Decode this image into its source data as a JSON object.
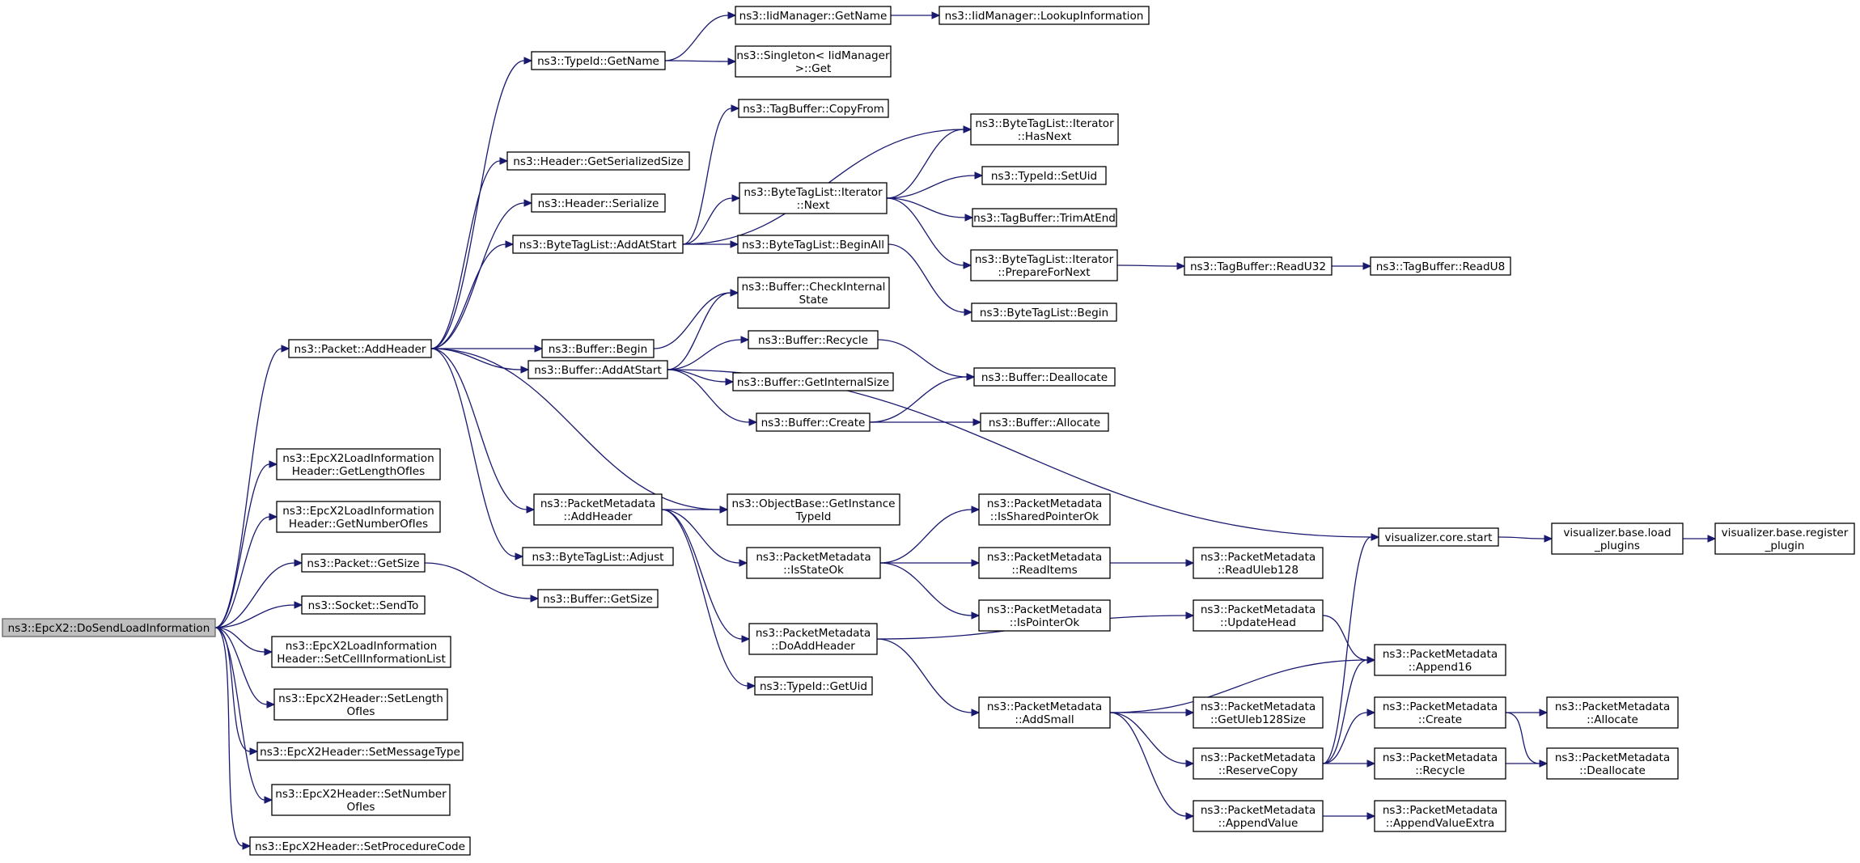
{
  "nodes": [
    {
      "id": "n0",
      "lines": [
        "ns3::EpcX2::DoSendLoadInformation"
      ],
      "root": true
    },
    {
      "id": "n1",
      "lines": [
        "ns3::Packet::AddHeader"
      ]
    },
    {
      "id": "n2",
      "lines": [
        "ns3::EpcX2LoadInformation",
        "Header::GetLengthOfIes"
      ]
    },
    {
      "id": "n3",
      "lines": [
        "ns3::EpcX2LoadInformation",
        "Header::GetNumberOfIes"
      ]
    },
    {
      "id": "n4",
      "lines": [
        "ns3::Packet::GetSize"
      ]
    },
    {
      "id": "n5",
      "lines": [
        "ns3::Socket::SendTo"
      ]
    },
    {
      "id": "n6",
      "lines": [
        "ns3::EpcX2LoadInformation",
        "Header::SetCellInformationList"
      ]
    },
    {
      "id": "n7",
      "lines": [
        "ns3::EpcX2Header::SetLength",
        "OfIes"
      ]
    },
    {
      "id": "n8",
      "lines": [
        "ns3::EpcX2Header::SetMessageType"
      ]
    },
    {
      "id": "n9",
      "lines": [
        "ns3::EpcX2Header::SetNumber",
        "OfIes"
      ]
    },
    {
      "id": "n10",
      "lines": [
        "ns3::EpcX2Header::SetProcedureCode"
      ]
    },
    {
      "id": "n11",
      "lines": [
        "ns3::TypeId::GetName"
      ]
    },
    {
      "id": "n12",
      "lines": [
        "ns3::Header::GetSerializedSize"
      ]
    },
    {
      "id": "n13",
      "lines": [
        "ns3::Header::Serialize"
      ]
    },
    {
      "id": "n14",
      "lines": [
        "ns3::ByteTagList::AddAtStart"
      ]
    },
    {
      "id": "n15",
      "lines": [
        "ns3::Buffer::Begin"
      ]
    },
    {
      "id": "n16",
      "lines": [
        "ns3::Buffer::AddAtStart"
      ]
    },
    {
      "id": "n17",
      "lines": [
        "ns3::PacketMetadata",
        "::AddHeader"
      ]
    },
    {
      "id": "n18",
      "lines": [
        "ns3::ByteTagList::Adjust"
      ]
    },
    {
      "id": "n19",
      "lines": [
        "ns3::Buffer::GetSize"
      ]
    },
    {
      "id": "n20",
      "lines": [
        "ns3::IidManager::GetName"
      ]
    },
    {
      "id": "n21",
      "lines": [
        "ns3::Singleton< IidManager",
        ">::Get"
      ]
    },
    {
      "id": "n22",
      "lines": [
        "ns3::TagBuffer::CopyFrom"
      ]
    },
    {
      "id": "n23",
      "lines": [
        "ns3::ByteTagList::Iterator",
        "::Next"
      ]
    },
    {
      "id": "n24",
      "lines": [
        "ns3::ByteTagList::BeginAll"
      ]
    },
    {
      "id": "n25",
      "lines": [
        "ns3::Buffer::CheckInternal",
        "State"
      ]
    },
    {
      "id": "n26",
      "lines": [
        "ns3::Buffer::Recycle"
      ]
    },
    {
      "id": "n27",
      "lines": [
        "ns3::Buffer::GetInternalSize"
      ]
    },
    {
      "id": "n28",
      "lines": [
        "ns3::Buffer::Create"
      ]
    },
    {
      "id": "n29",
      "lines": [
        "ns3::ObjectBase::GetInstance",
        "TypeId"
      ]
    },
    {
      "id": "n30",
      "lines": [
        "ns3::PacketMetadata",
        "::IsStateOk"
      ]
    },
    {
      "id": "n31",
      "lines": [
        "ns3::PacketMetadata",
        "::DoAddHeader"
      ]
    },
    {
      "id": "n32",
      "lines": [
        "ns3::TypeId::GetUid"
      ]
    },
    {
      "id": "n33",
      "lines": [
        "ns3::IidManager::LookupInformation"
      ]
    },
    {
      "id": "n34",
      "lines": [
        "ns3::ByteTagList::Iterator",
        "::HasNext"
      ]
    },
    {
      "id": "n35",
      "lines": [
        "ns3::TypeId::SetUid"
      ]
    },
    {
      "id": "n36",
      "lines": [
        "ns3::TagBuffer::TrimAtEnd"
      ]
    },
    {
      "id": "n37",
      "lines": [
        "ns3::ByteTagList::Iterator",
        "::PrepareForNext"
      ]
    },
    {
      "id": "n38",
      "lines": [
        "ns3::ByteTagList::Begin"
      ]
    },
    {
      "id": "n39",
      "lines": [
        "ns3::Buffer::Deallocate"
      ]
    },
    {
      "id": "n40",
      "lines": [
        "ns3::Buffer::Allocate"
      ]
    },
    {
      "id": "n41",
      "lines": [
        "ns3::PacketMetadata",
        "::IsSharedPointerOk"
      ]
    },
    {
      "id": "n42",
      "lines": [
        "ns3::PacketMetadata",
        "::ReadItems"
      ]
    },
    {
      "id": "n43",
      "lines": [
        "ns3::PacketMetadata",
        "::IsPointerOk"
      ]
    },
    {
      "id": "n44",
      "lines": [
        "ns3::PacketMetadata",
        "::AddSmall"
      ]
    },
    {
      "id": "n45",
      "lines": [
        "ns3::TagBuffer::ReadU32"
      ]
    },
    {
      "id": "n46",
      "lines": [
        "ns3::TagBuffer::ReadU8"
      ]
    },
    {
      "id": "n47",
      "lines": [
        "visualizer.core.start"
      ]
    },
    {
      "id": "n48",
      "lines": [
        "ns3::PacketMetadata",
        "::ReadUleb128"
      ]
    },
    {
      "id": "n49",
      "lines": [
        "ns3::PacketMetadata",
        "::UpdateHead"
      ]
    },
    {
      "id": "n50",
      "lines": [
        "ns3::PacketMetadata",
        "::GetUleb128Size"
      ]
    },
    {
      "id": "n51",
      "lines": [
        "ns3::PacketMetadata",
        "::ReserveCopy"
      ]
    },
    {
      "id": "n52",
      "lines": [
        "ns3::PacketMetadata",
        "::AppendValue"
      ]
    },
    {
      "id": "n53",
      "lines": [
        "visualizer.base.load",
        "_plugins"
      ]
    },
    {
      "id": "n54",
      "lines": [
        "ns3::PacketMetadata",
        "::Append16"
      ]
    },
    {
      "id": "n55",
      "lines": [
        "ns3::PacketMetadata",
        "::Create"
      ]
    },
    {
      "id": "n56",
      "lines": [
        "ns3::PacketMetadata",
        "::Recycle"
      ]
    },
    {
      "id": "n57",
      "lines": [
        "ns3::PacketMetadata",
        "::AppendValueExtra"
      ]
    },
    {
      "id": "n58",
      "lines": [
        "visualizer.base.register",
        "_plugin"
      ]
    },
    {
      "id": "n59",
      "lines": [
        "ns3::PacketMetadata",
        "::Allocate"
      ]
    },
    {
      "id": "n60",
      "lines": [
        "ns3::PacketMetadata",
        "::Deallocate"
      ]
    }
  ],
  "edges": [
    [
      "n0",
      "n1"
    ],
    [
      "n0",
      "n2"
    ],
    [
      "n0",
      "n3"
    ],
    [
      "n0",
      "n4"
    ],
    [
      "n0",
      "n5"
    ],
    [
      "n0",
      "n6"
    ],
    [
      "n0",
      "n7"
    ],
    [
      "n0",
      "n8"
    ],
    [
      "n0",
      "n9"
    ],
    [
      "n0",
      "n10"
    ],
    [
      "n1",
      "n11"
    ],
    [
      "n1",
      "n12"
    ],
    [
      "n1",
      "n13"
    ],
    [
      "n1",
      "n14"
    ],
    [
      "n1",
      "n15"
    ],
    [
      "n1",
      "n16"
    ],
    [
      "n1",
      "n17"
    ],
    [
      "n1",
      "n18"
    ],
    [
      "n1",
      "n29"
    ],
    [
      "n4",
      "n19"
    ],
    [
      "n11",
      "n20"
    ],
    [
      "n11",
      "n21"
    ],
    [
      "n20",
      "n33"
    ],
    [
      "n14",
      "n22"
    ],
    [
      "n14",
      "n34"
    ],
    [
      "n14",
      "n23"
    ],
    [
      "n14",
      "n24"
    ],
    [
      "n23",
      "n34"
    ],
    [
      "n23",
      "n35"
    ],
    [
      "n23",
      "n36"
    ],
    [
      "n23",
      "n37"
    ],
    [
      "n37",
      "n45"
    ],
    [
      "n45",
      "n46"
    ],
    [
      "n24",
      "n38"
    ],
    [
      "n15",
      "n25"
    ],
    [
      "n16",
      "n25"
    ],
    [
      "n16",
      "n26"
    ],
    [
      "n16",
      "n27"
    ],
    [
      "n16",
      "n28"
    ],
    [
      "n16",
      "n47"
    ],
    [
      "n26",
      "n39"
    ],
    [
      "n28",
      "n39"
    ],
    [
      "n28",
      "n40"
    ],
    [
      "n17",
      "n29"
    ],
    [
      "n17",
      "n30"
    ],
    [
      "n17",
      "n31"
    ],
    [
      "n17",
      "n32"
    ],
    [
      "n30",
      "n41"
    ],
    [
      "n30",
      "n42"
    ],
    [
      "n30",
      "n43"
    ],
    [
      "n42",
      "n48"
    ],
    [
      "n31",
      "n49"
    ],
    [
      "n31",
      "n44"
    ],
    [
      "n49",
      "n54"
    ],
    [
      "n44",
      "n54"
    ],
    [
      "n44",
      "n50"
    ],
    [
      "n44",
      "n51"
    ],
    [
      "n44",
      "n52"
    ],
    [
      "n51",
      "n47"
    ],
    [
      "n51",
      "n54"
    ],
    [
      "n51",
      "n55"
    ],
    [
      "n51",
      "n56"
    ],
    [
      "n52",
      "n57"
    ],
    [
      "n55",
      "n59"
    ],
    [
      "n55",
      "n60"
    ],
    [
      "n56",
      "n60"
    ],
    [
      "n47",
      "n53"
    ],
    [
      "n53",
      "n58"
    ]
  ]
}
